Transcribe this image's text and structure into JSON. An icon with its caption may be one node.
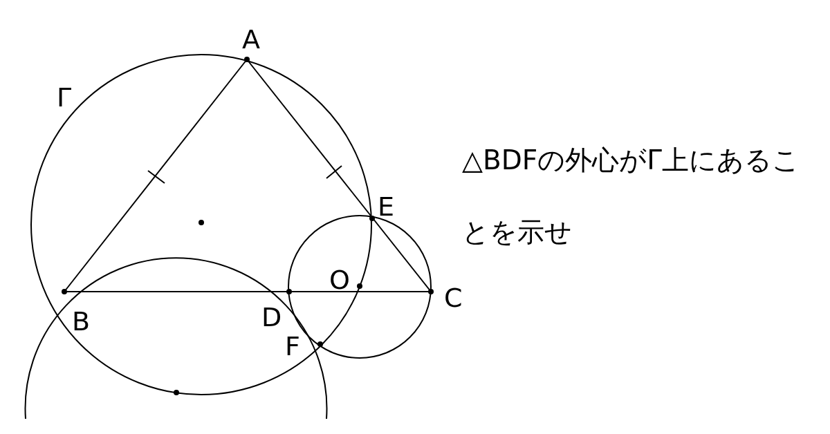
{
  "diagram": {
    "labels": [
      "A",
      "Γ",
      "△BDFの外心がΓ上にあることを示せ",
      "E",
      "O",
      "B",
      "D",
      "C",
      "F"
    ]
  }
}
